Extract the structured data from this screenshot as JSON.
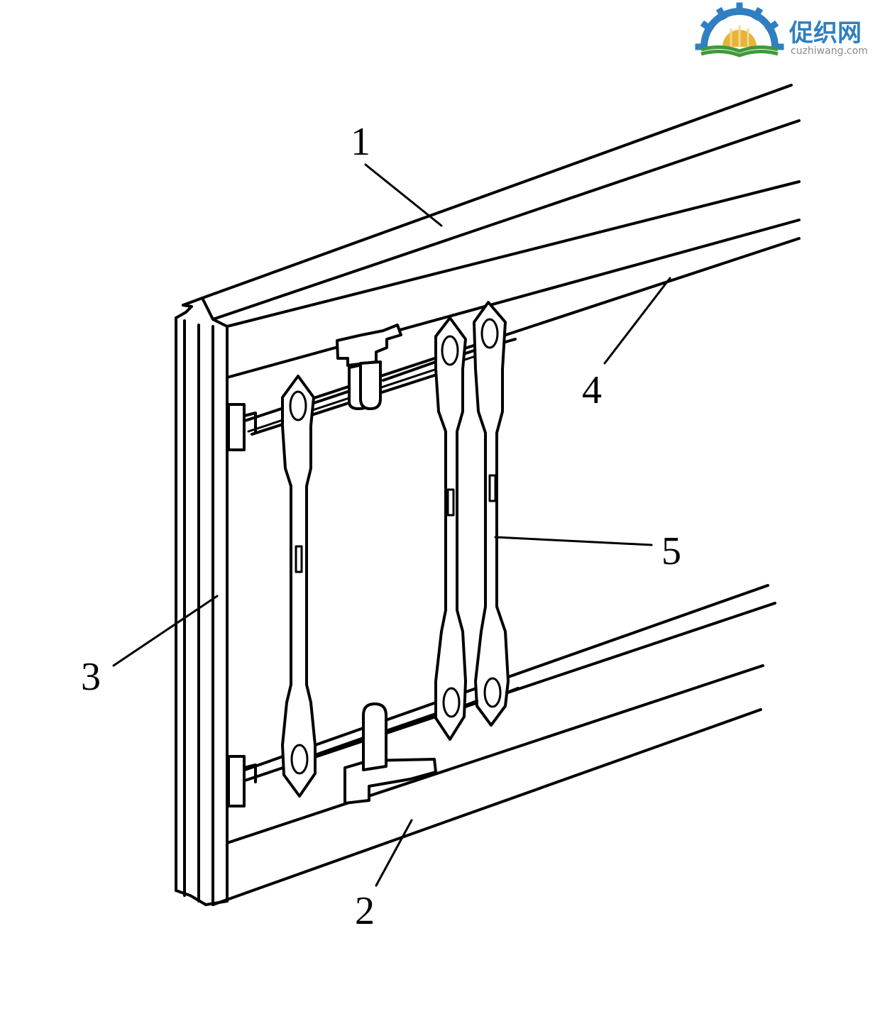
{
  "watermark": {
    "name": "促织网",
    "url": "cuzhiwang.com",
    "colors": {
      "gear": "#2f7fc1",
      "name": "#2f7fc1",
      "book_green": "#3f9a3a",
      "book_yellow": "#e8b33a",
      "url": "#8a8a8a"
    }
  },
  "callouts": {
    "c1": "1",
    "c2": "2",
    "c3": "3",
    "c4": "4",
    "c5": "5"
  },
  "line_color": "#000000"
}
